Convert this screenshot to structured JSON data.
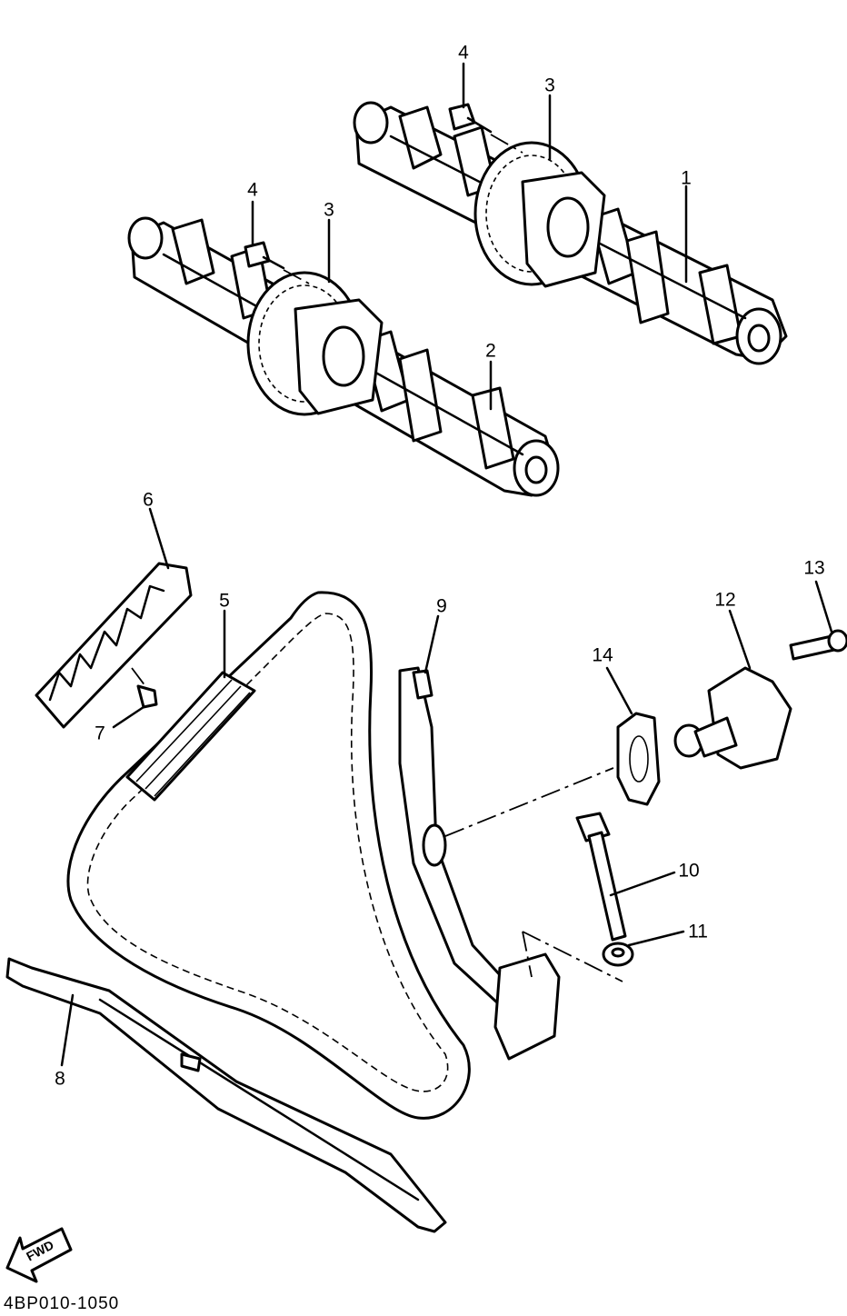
{
  "callouts": {
    "c1": "1",
    "c2": "2",
    "c3a": "3",
    "c3b": "3",
    "c4a": "4",
    "c4b": "4",
    "c5": "5",
    "c6": "6",
    "c7": "7",
    "c8": "8",
    "c9": "9",
    "c10": "10",
    "c11": "11",
    "c12": "12",
    "c13": "13",
    "c14": "14"
  },
  "arrow_text": "FWD",
  "drawing_code": "4BP010-1050"
}
